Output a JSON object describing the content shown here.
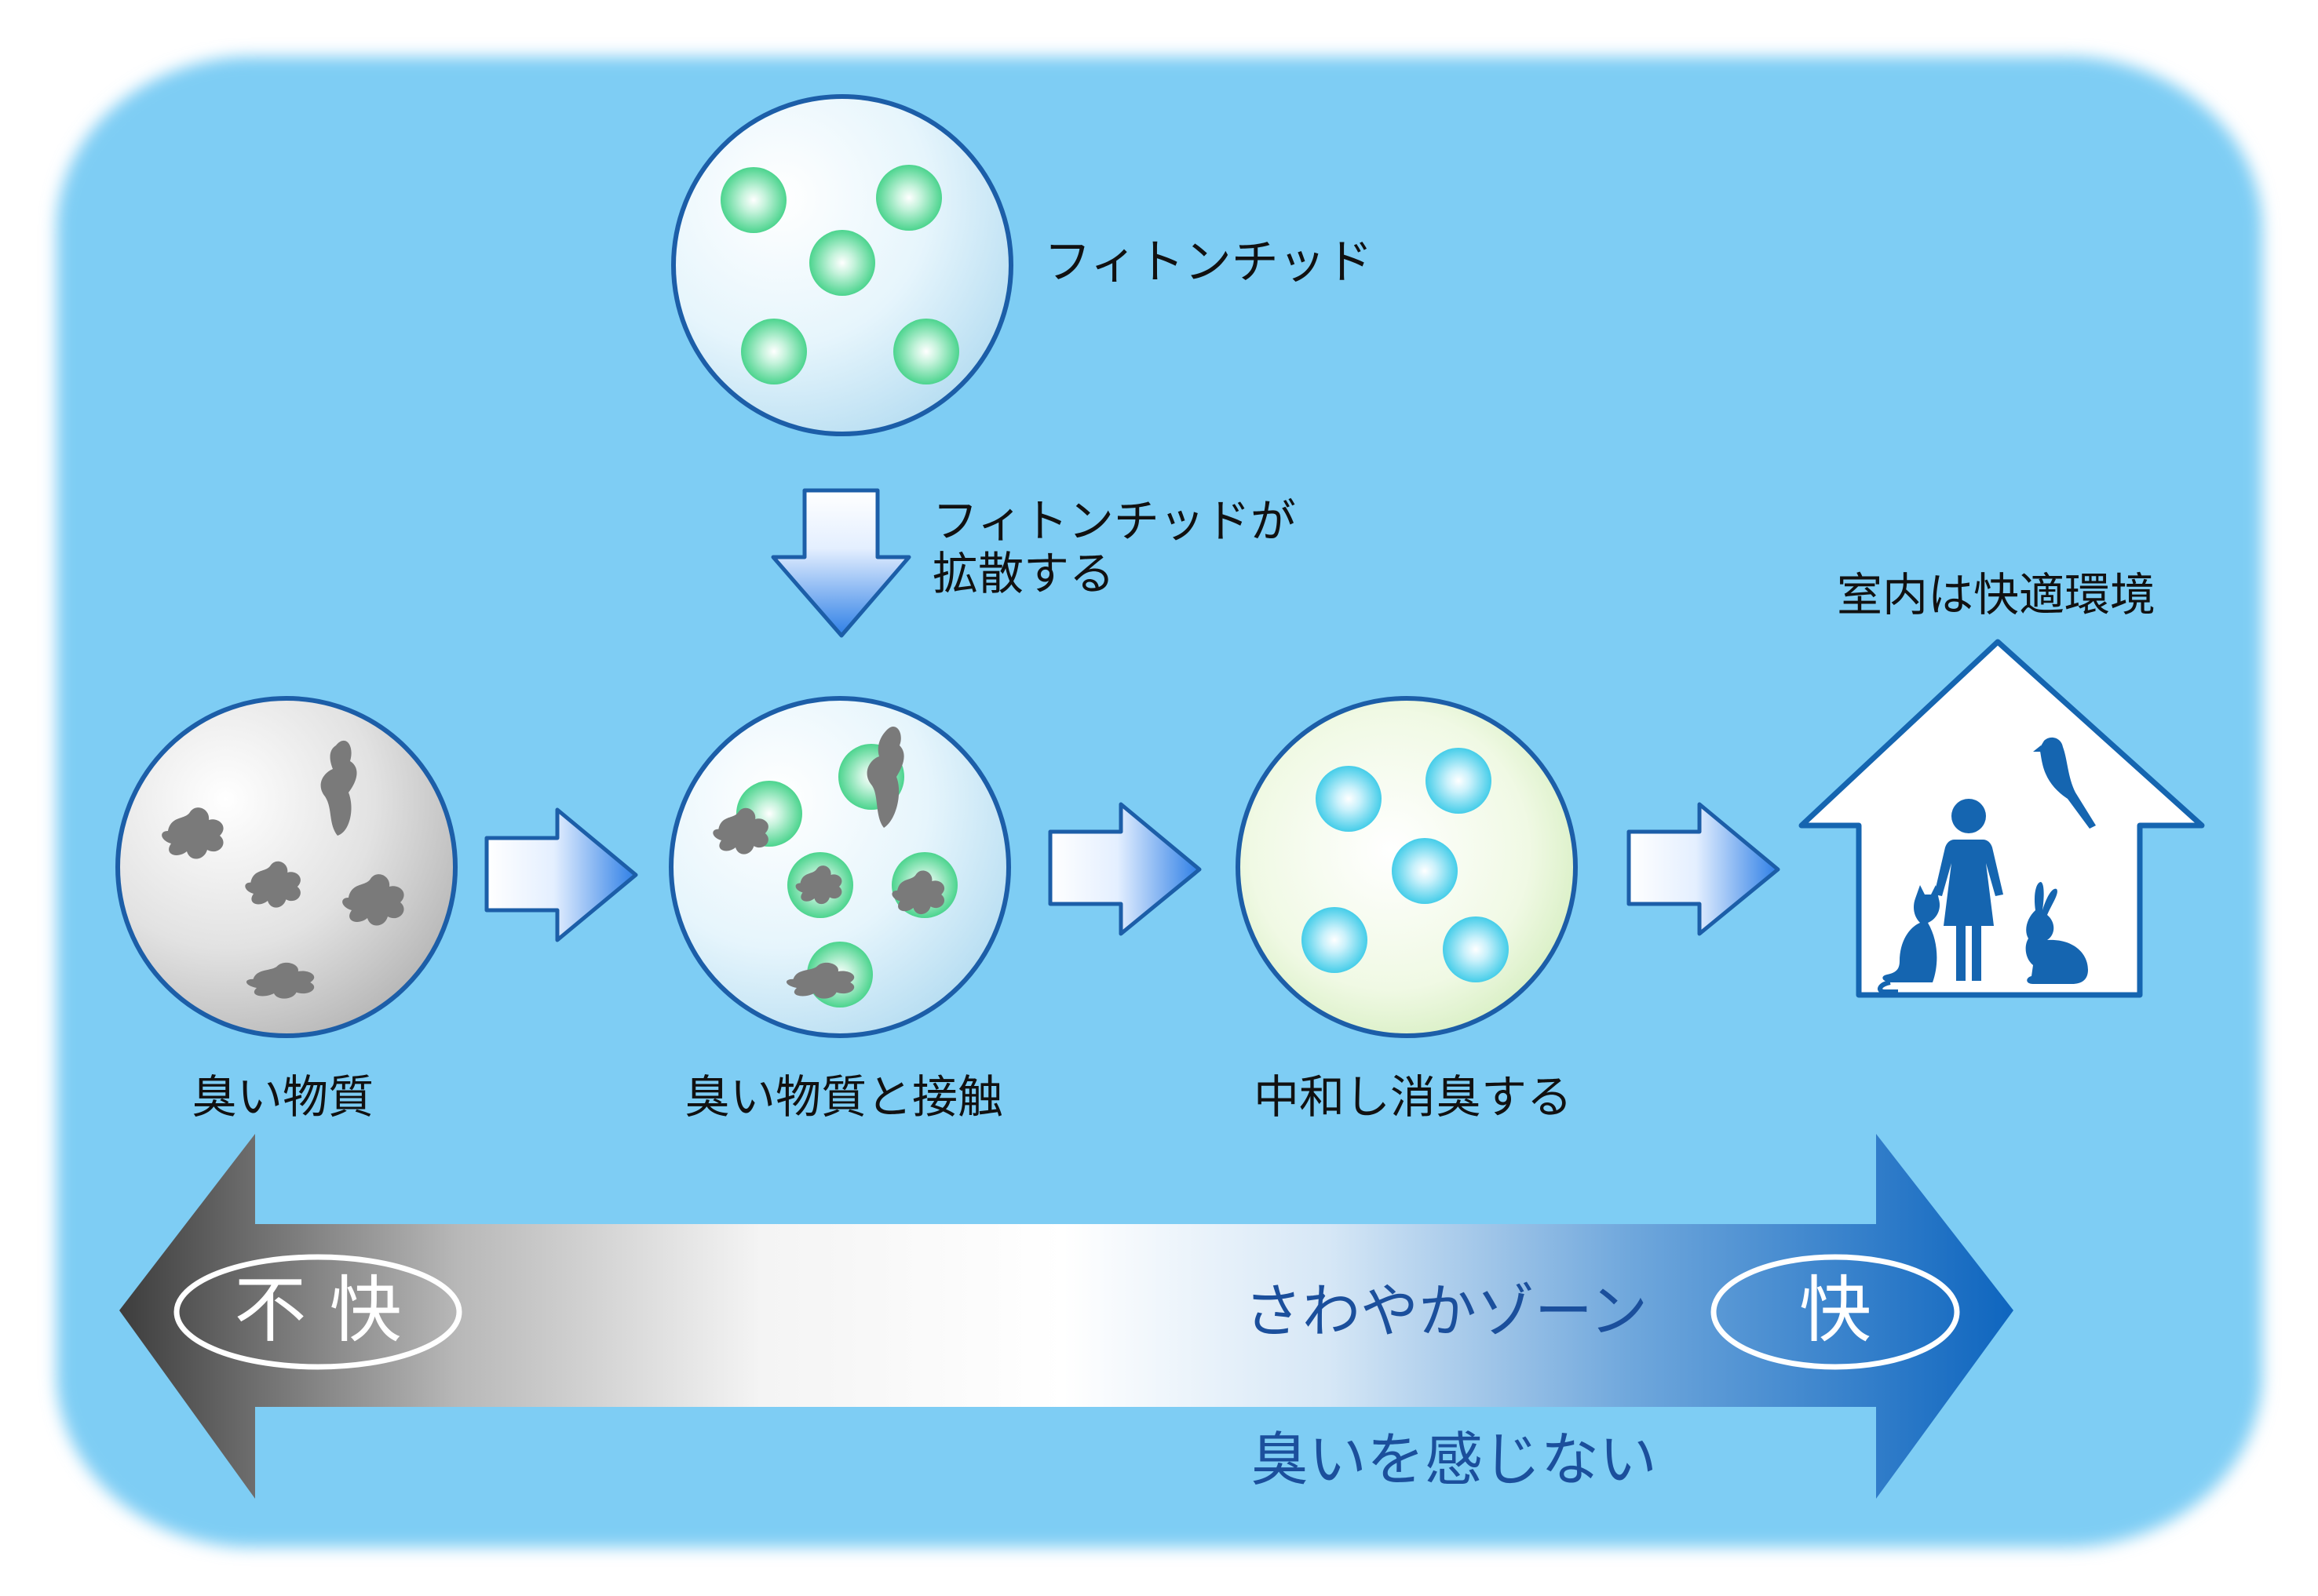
{
  "labels": {
    "phytoncide": "フィトンチッド",
    "diffuse_line1": "フィトンチッドが",
    "diffuse_line2": "拡散する",
    "odor": "臭い物質",
    "contact": "臭い物質と接触",
    "neutralize": "中和し消臭する",
    "comfort_env": "室内は快適環境"
  },
  "scale": {
    "uncomfortable": "不 快",
    "fresh_zone": "さわやかゾーン",
    "comfortable": "快",
    "no_odor": "臭いを感じない"
  },
  "colors": {
    "background": "#7ecdf4",
    "circle_border": "#1c5ea8",
    "phytoncide_particle": "#5fdc9a",
    "odor_particle": "#7a7a7a",
    "neutral_particle": "#5ad2ec",
    "scale_text": "#1b4f9c",
    "house_icon": "#1565b0"
  },
  "icons": [
    "down-arrow-icon",
    "right-arrow-icon",
    "house-icon",
    "person-icon",
    "cat-icon",
    "rabbit-icon",
    "parrot-icon"
  ]
}
